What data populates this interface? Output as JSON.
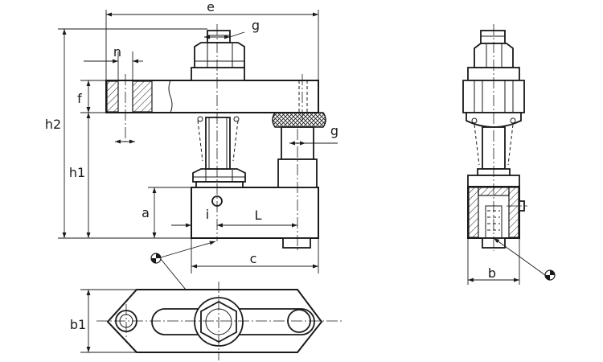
{
  "labels": {
    "e": "e",
    "g_top": "g",
    "n": "n",
    "f": "f",
    "h2": "h2",
    "h1": "h1",
    "g_mid": "g",
    "a": "a",
    "i": "i",
    "L": "L",
    "c": "c",
    "b1": "b1",
    "b": "b"
  },
  "colors": {
    "line": "#1a1a1a",
    "background": "#ffffff"
  },
  "icons": {
    "center_of_gravity": "center-of-gravity-symbol"
  }
}
